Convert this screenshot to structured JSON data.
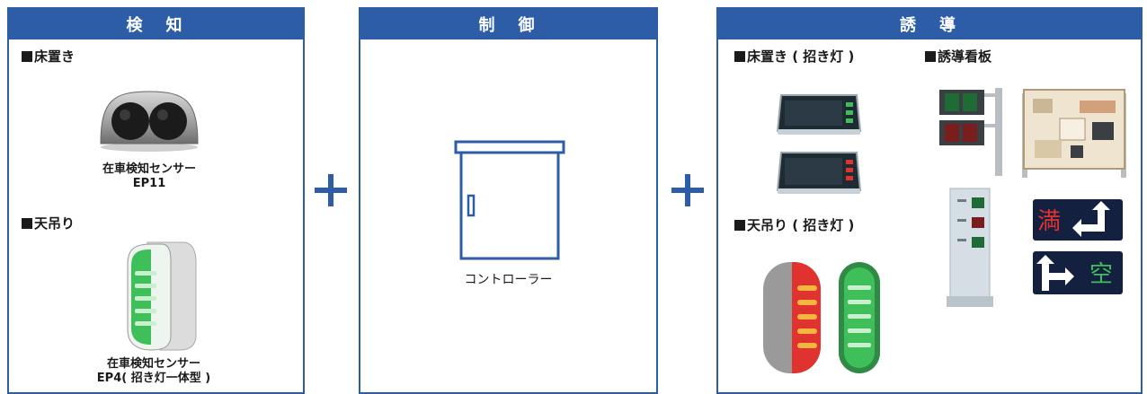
{
  "detect": {
    "title": "検　知",
    "floor_label": "床置き",
    "floor_caption_1": "在車検知センサー",
    "floor_caption_2": "EP11",
    "ceiling_label": "天吊り",
    "ceiling_caption_1": "在車検知センサー",
    "ceiling_caption_2": "EP4( 招き灯一体型 )"
  },
  "control": {
    "title": "制　御",
    "caption": "コントローラー"
  },
  "guide": {
    "title": "誘　導",
    "floor_label": "床置き ( 招き灯 )",
    "ceiling_label": "天吊り ( 招き灯 )",
    "sign_label": "誘導看板",
    "sign_full": "満",
    "sign_empty": "空"
  },
  "colors": {
    "accent": "#2e5da8",
    "green_led": "#3fbf5a",
    "red_led": "#e0322e",
    "amber_led": "#f5b640"
  }
}
